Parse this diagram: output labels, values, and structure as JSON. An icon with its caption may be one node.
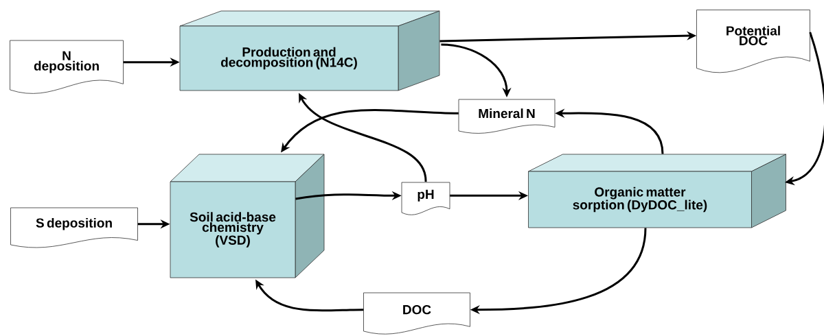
{
  "diagram": {
    "nodes": [
      {
        "text": [
          "N deposition"
        ]
      },
      {
        "text": [
          "Production and decomposition (N14C)"
        ]
      },
      {
        "text": [
          "Potential DOC"
        ]
      },
      {
        "text": [
          "Mineral N"
        ]
      },
      {
        "text": [
          "Soil acid-base chemistry (VSD)"
        ]
      },
      {
        "text": [
          "pH"
        ]
      },
      {
        "text": [
          "Organic matter sorption (DyDOC_lite)"
        ]
      },
      {
        "text": [
          "S deposition"
        ]
      },
      {
        "text": [
          "DOC"
        ]
      }
    ],
    "edges": [
      {
        "from": 0,
        "to": 1,
        "arrow": "to"
      },
      {
        "from": 1,
        "to": 2,
        "arrow": "to"
      },
      {
        "from": 1,
        "to": 3,
        "arrow": "to"
      },
      {
        "from": 2,
        "to": 6,
        "arrow": "to"
      },
      {
        "from": 3,
        "to": 4,
        "arrow": "to"
      },
      {
        "from": 5,
        "to": 1,
        "arrow": "to"
      },
      {
        "from": 4,
        "to": 5,
        "arrow": "to"
      },
      {
        "from": 5,
        "to": 6,
        "arrow": "to"
      },
      {
        "from": 6,
        "to": 3,
        "arrow": "to"
      },
      {
        "from": 7,
        "to": 4,
        "arrow": "to"
      },
      {
        "from": 6,
        "to": 8,
        "arrow": "to"
      },
      {
        "from": 8,
        "to": 4,
        "arrow": "to"
      }
    ]
  }
}
